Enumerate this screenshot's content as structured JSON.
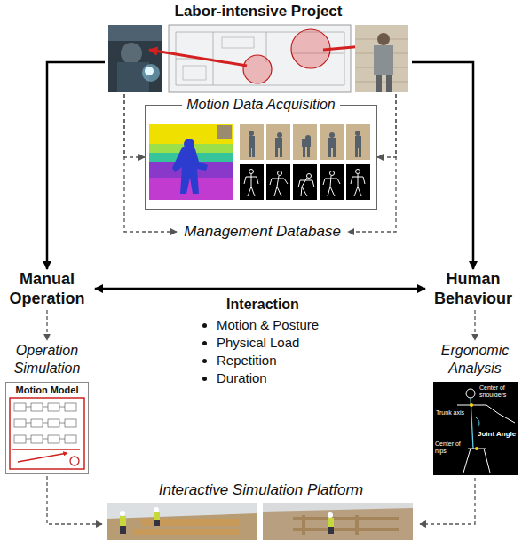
{
  "diagram": {
    "nodes": [
      {
        "text": [
          "Labor-intensive Project"
        ]
      },
      {
        "text": [
          "Motion Data Acquisition"
        ]
      },
      {
        "text": [
          "Management Database"
        ]
      },
      {
        "text": [
          "Manual Operation"
        ]
      },
      {
        "text": [
          "Human Behaviour"
        ]
      },
      {
        "text": [
          "Interaction",
          "Motion & Posture",
          "Physical Load",
          "Repetition",
          "Duration"
        ]
      },
      {
        "text": [
          "Operation Simulation"
        ]
      },
      {
        "text": [
          "Motion Model"
        ]
      },
      {
        "text": [
          "Ergonomic Analysis"
        ]
      },
      {
        "text": [
          "Interactive Simulation Platform"
        ]
      }
    ],
    "edges": [
      {
        "from": 0,
        "to": 3,
        "arrow": "to"
      },
      {
        "from": 0,
        "to": 4,
        "arrow": "to"
      },
      {
        "from": 0,
        "to": 1,
        "arrow": "to"
      },
      {
        "from": 0,
        "to": 2,
        "arrow": "to"
      },
      {
        "from": 0,
        "to": 1,
        "arrow": "to"
      },
      {
        "from": 0,
        "to": 2,
        "arrow": "to"
      },
      {
        "from": 3,
        "to": 4,
        "arrow": "both"
      },
      {
        "from": 3,
        "to": 6,
        "arrow": "to"
      },
      {
        "from": 4,
        "to": 8,
        "arrow": "to"
      },
      {
        "from": 7,
        "to": 9,
        "arrow": "to"
      },
      {
        "from": 8,
        "to": 9,
        "arrow": "to"
      }
    ],
    "labels": [
      "Center of shoulders",
      "Trunk axis",
      "Joint Angle",
      "Center of hips"
    ]
  }
}
